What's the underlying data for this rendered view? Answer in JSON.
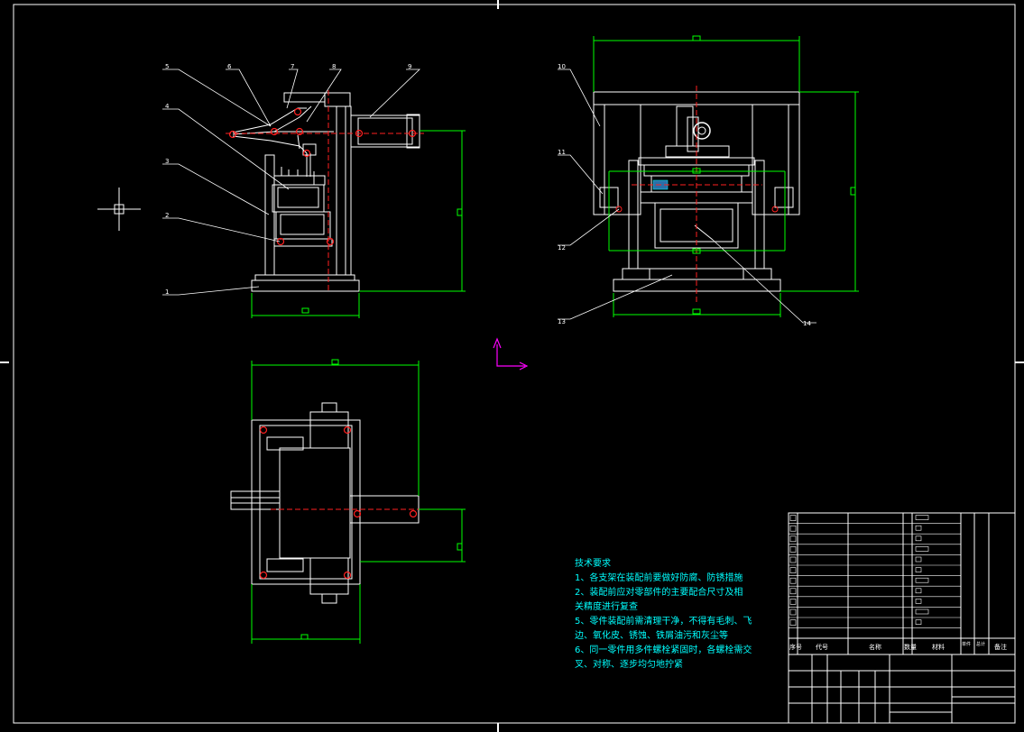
{
  "drawing": {
    "balloons": [
      "1",
      "2",
      "3",
      "4",
      "5",
      "6",
      "7",
      "8",
      "9",
      "10",
      "11",
      "12",
      "13",
      "14"
    ],
    "technical_requirements": {
      "title": "技术要求",
      "lines": [
        "1、各支架在装配前要做好防腐、防锈措施",
        "2、装配前应对零部件的主要配合尺寸及相",
        "关精度进行复查",
        "5、零件装配前需清理干净，不得有毛刺、飞",
        "边、氧化皮、锈蚀、铁屑油污和灰尘等",
        "6、同一零件用多件螺栓紧固时，各螺栓需交",
        "叉、对称、逐步均匀地拧紧"
      ]
    },
    "title_block": {
      "headers": [
        "序号",
        "代号",
        "名称",
        "数量",
        "材料",
        "单件",
        "总计",
        "备注"
      ]
    }
  },
  "colors": {
    "background": "#000000",
    "lines": "#ffffff",
    "dimensions": "#00ff00",
    "centerlines": "#ff0000",
    "text": "#00ffff",
    "ucs": "#ff00ff"
  }
}
